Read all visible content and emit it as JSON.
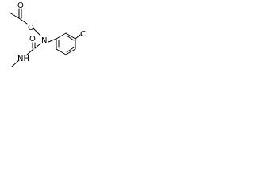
{
  "molecule": {
    "atoms": {
      "carbonyl_oxygen": "O",
      "ester_oxygen": "O",
      "nitrogen": "N",
      "urea_oxygen": "O",
      "nh_group": "NH",
      "chlorine": "Cl"
    },
    "colors": {
      "bond": "#000000",
      "label": "#000000",
      "background": "#ffffff"
    }
  }
}
